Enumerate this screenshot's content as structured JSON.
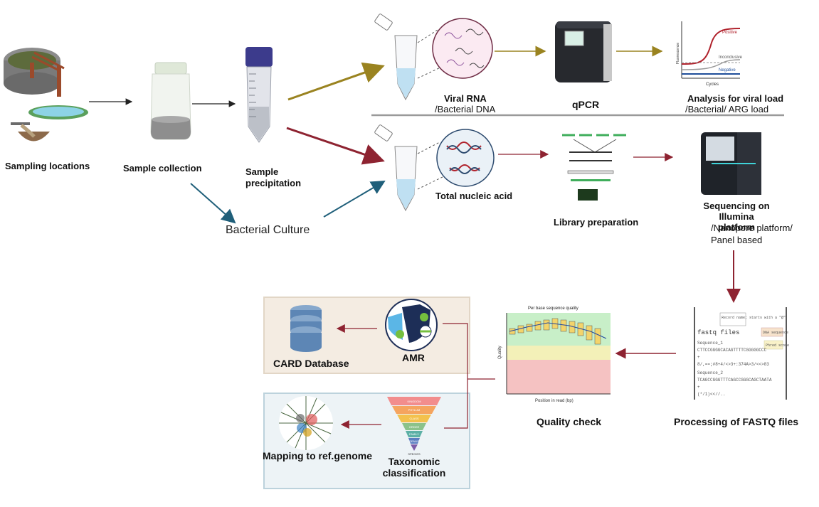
{
  "labels": {
    "sampling_locations": "Sampling locations",
    "sample_collection": "Sample collection",
    "sample_precipitation": "Sample\nprecipitation",
    "bacterial_culture": "Bacterial Culture",
    "viral_rna": "Viral RNA",
    "bacterial_dna": "/Bacterial DNA",
    "qpcr": "qPCR",
    "analysis_viral_load": "Analysis for viral load",
    "analysis_bacterial_arg": "/Bacterial/ ARG load",
    "total_nucleic_acid": "Total nucleic acid",
    "library_preparation": "Library preparation",
    "sequencing_illumina": "Sequencing on Illumina\nplatform",
    "sequencing_alt": "/Nanopore platform/\nPanel based",
    "processing_fastq": "Processing of FASTQ files",
    "quality_check": "Quality check",
    "amr": "AMR",
    "card_database": "CARD Database",
    "mapping_ref_genome": "Mapping to ref.genome",
    "taxonomic_classification": "Taxonomic\nclassification"
  },
  "qpcr_plot": {
    "positive": "Positive",
    "inconclusive": "Inconclusive",
    "negative": "Negative",
    "xlabel": "Cycles",
    "ylabel": "Fluorescence"
  },
  "qc_plot": {
    "title": "Per base sequence quality",
    "xlabel": "Position in read (bp)",
    "ylabel": "Quality"
  },
  "fastq_doc": {
    "title": "fastq files",
    "line1": "Sequence_1",
    "line2": "CTTCCGGGGCACAGTTTTCGGGGGCCC",
    "line3": "+",
    "line4": "8/,==;#8+4/<>3+:374A>3/<<>83",
    "line5": "Sequence_2",
    "line6": "TCAGCCGGGTTTCAGCCGGGCAGCTAATA",
    "line7": "+",
    "line8": "(*/1)<<//..",
    "note_top": "Record name;\nstarts with a \"@\"",
    "note_dna": "DNA sequence",
    "note_phred": "Phred score"
  },
  "pyramid_levels": [
    "KINGDOM",
    "PHYLUM",
    "CLASS",
    "ORDER",
    "FAMILY",
    "GENUS",
    "SPECIES"
  ],
  "colors": {
    "olive_arrow": "#9a8320",
    "red_arrow": "#8e2331",
    "teal_arrow": "#1f5f7a",
    "dark_arrow": "#222222",
    "divider": "#9a9a9a",
    "amr_box_bg": "#f4ece2",
    "tax_box_bg": "#edf3f6"
  }
}
